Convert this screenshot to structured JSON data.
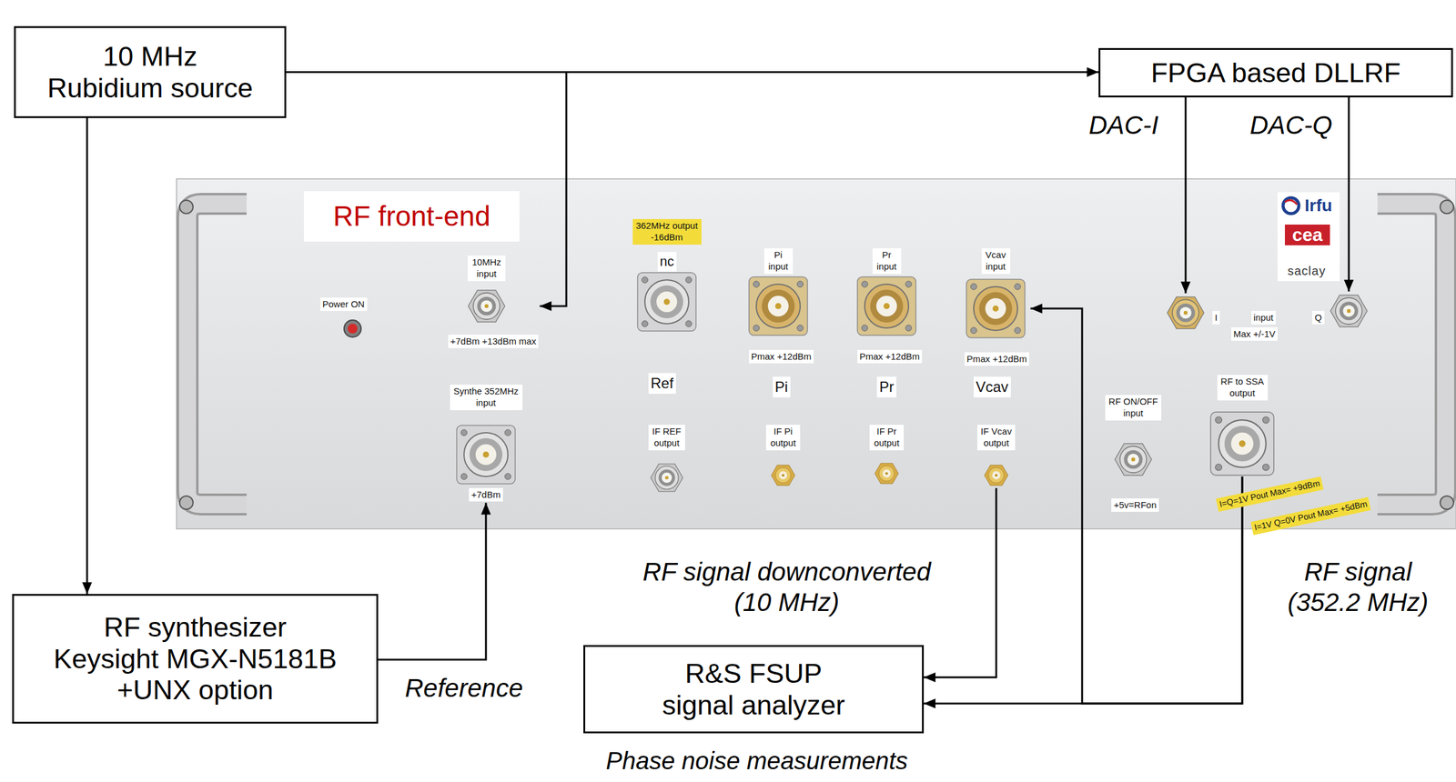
{
  "diagram": {
    "nodes": [
      {
        "text": [
          "10 MHz Rubidium source"
        ]
      },
      {
        "text": [
          "FPGA based DLLRF"
        ]
      },
      {
        "text": [
          "RF front-end"
        ]
      },
      {
        "text": [
          "10MHz input",
          "+7dBm +13dBm max"
        ],
        "in": 2
      },
      {
        "text": [
          "362MHz output -16dBm",
          "nc",
          "Ref"
        ],
        "in": 2
      },
      {
        "text": [
          "Pi input",
          "Pmax +12dBm",
          "Pi"
        ],
        "in": 2
      },
      {
        "text": [
          "Pr input",
          "Pmax +12dBm",
          "Pr"
        ],
        "in": 2
      },
      {
        "text": [
          "Vcav input",
          "Pmax +12dBm",
          "Vcav"
        ],
        "in": 2
      },
      {
        "text": [
          "I"
        ],
        "in": 2
      },
      {
        "text": [
          "Q"
        ],
        "in": 2
      },
      {
        "text": [
          "Synthe 352MHz input",
          "+7dBm"
        ],
        "in": 2
      },
      {
        "text": [
          "IF REF output"
        ],
        "in": 2
      },
      {
        "text": [
          "IF Pi output"
        ],
        "in": 2
      },
      {
        "text": [
          "IF Pr output"
        ],
        "in": 2
      },
      {
        "text": [
          "IF Vcav output"
        ],
        "in": 2
      },
      {
        "text": [
          "RF ON/OFF input",
          "+5v=RFon"
        ],
        "in": 2
      },
      {
        "text": [
          "RF to SSA output"
        ],
        "in": 2
      },
      {
        "text": [
          "RF synthesizer Keysight MGX-N5181B +UNX option"
        ]
      },
      {
        "text": [
          "R&S FSUP signal analyzer"
        ]
      }
    ],
    "edges": [
      {
        "from": 0,
        "to": 1,
        "arrow": "to"
      },
      {
        "from": 0,
        "to": 3,
        "arrow": "to"
      },
      {
        "from": 0,
        "to": 17,
        "arrow": "to"
      },
      {
        "from": 17,
        "to": 10,
        "arrow": "to",
        "label": "Reference"
      },
      {
        "from": 1,
        "to": 8,
        "arrow": "to",
        "label": "DAC-I"
      },
      {
        "from": 1,
        "to": 9,
        "arrow": "to",
        "label": "DAC-Q"
      },
      {
        "from": 14,
        "to": 18,
        "arrow": "to",
        "label": "RF signal downconverted (10 MHz)"
      },
      {
        "from": 16,
        "to": 18,
        "arrow": "to",
        "label": "RF signal (352.2 MHz)"
      },
      {
        "from": 16,
        "to": 7,
        "arrow": "to"
      }
    ],
    "labels": [
      "Power ON",
      "input",
      "Max +/-1V",
      "I=Q=1V Pout Max= +9dBm",
      "I=1V Q=0V Pout Max= +5dBm",
      "Irfu",
      "cea",
      "saclay",
      "Phase noise measurements"
    ]
  }
}
